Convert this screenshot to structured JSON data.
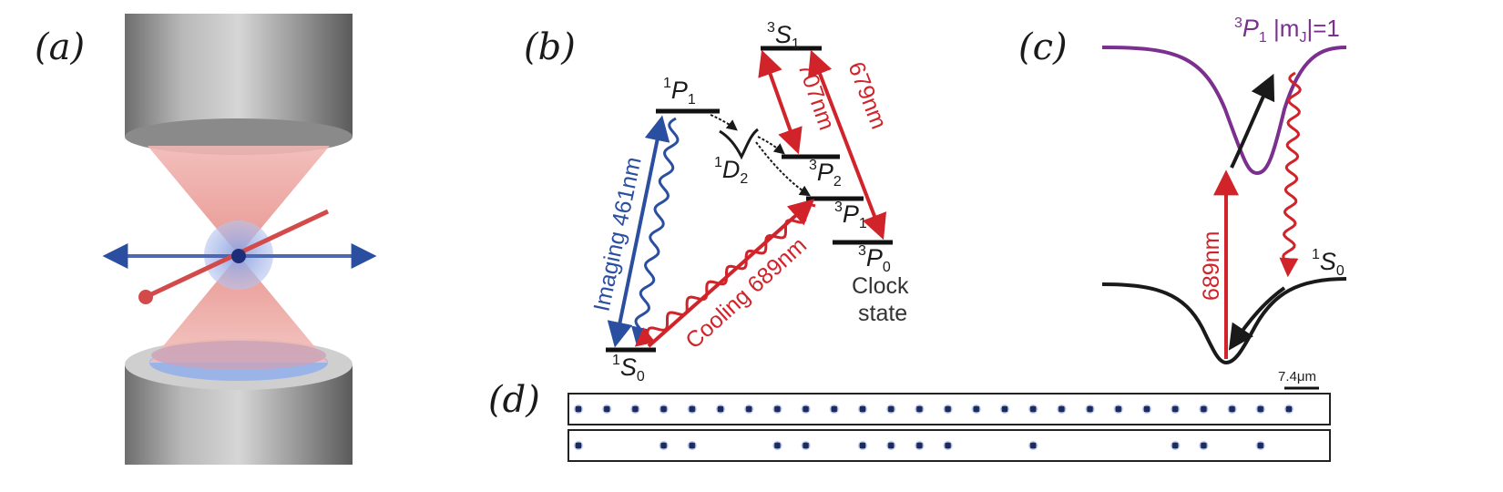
{
  "panels": {
    "a": "(a)",
    "b": "(b)",
    "c": "(c)",
    "d": "(d)"
  },
  "levels": {
    "s3": {
      "sup": "3",
      "main": "S",
      "sub": "1"
    },
    "p1": {
      "sup": "1",
      "main": "P",
      "sub": "1"
    },
    "d2": {
      "sup": "1",
      "main": "D",
      "sub": "2"
    },
    "p32": {
      "sup": "3",
      "main": "P",
      "sub": "2"
    },
    "p31": {
      "sup": "3",
      "main": "P",
      "sub": "1"
    },
    "p30": {
      "sup": "3",
      "main": "P",
      "sub": "0"
    },
    "s0": {
      "sup": "1",
      "main": "S",
      "sub": "0"
    }
  },
  "transitions": {
    "imaging": "Imaging 461nm",
    "cooling": "Cooling 689nm",
    "t707": "707nm",
    "t679": "679nm"
  },
  "clock_note": {
    "line1": "Clock",
    "line2": "state"
  },
  "panel_c": {
    "upper_label": {
      "sup": "3",
      "main": "P",
      "sub": "1",
      "rest": " |m",
      "msub": "J",
      "tail": "|=1"
    },
    "lower_label": {
      "sup": "1",
      "main": "S",
      "sub": "0"
    },
    "wavelength": "689nm"
  },
  "panel_d": {
    "scale_bar": "7.4μm",
    "row1_sites": [
      1,
      1,
      1,
      1,
      1,
      1,
      1,
      1,
      1,
      1,
      1,
      1,
      1,
      1,
      1,
      1,
      1,
      1,
      1,
      1,
      1,
      1,
      1,
      1,
      1,
      1
    ],
    "row2_sites": [
      1,
      0,
      0,
      1,
      1,
      0,
      0,
      1,
      1,
      0,
      1,
      1,
      1,
      1,
      0,
      0,
      1,
      0,
      0,
      0,
      0,
      1,
      1,
      0,
      1,
      0
    ]
  },
  "colors": {
    "blue": "#2b4fa0",
    "red": "#d1232a",
    "purple": "#7b2f8e",
    "black": "#1a1a1a"
  }
}
